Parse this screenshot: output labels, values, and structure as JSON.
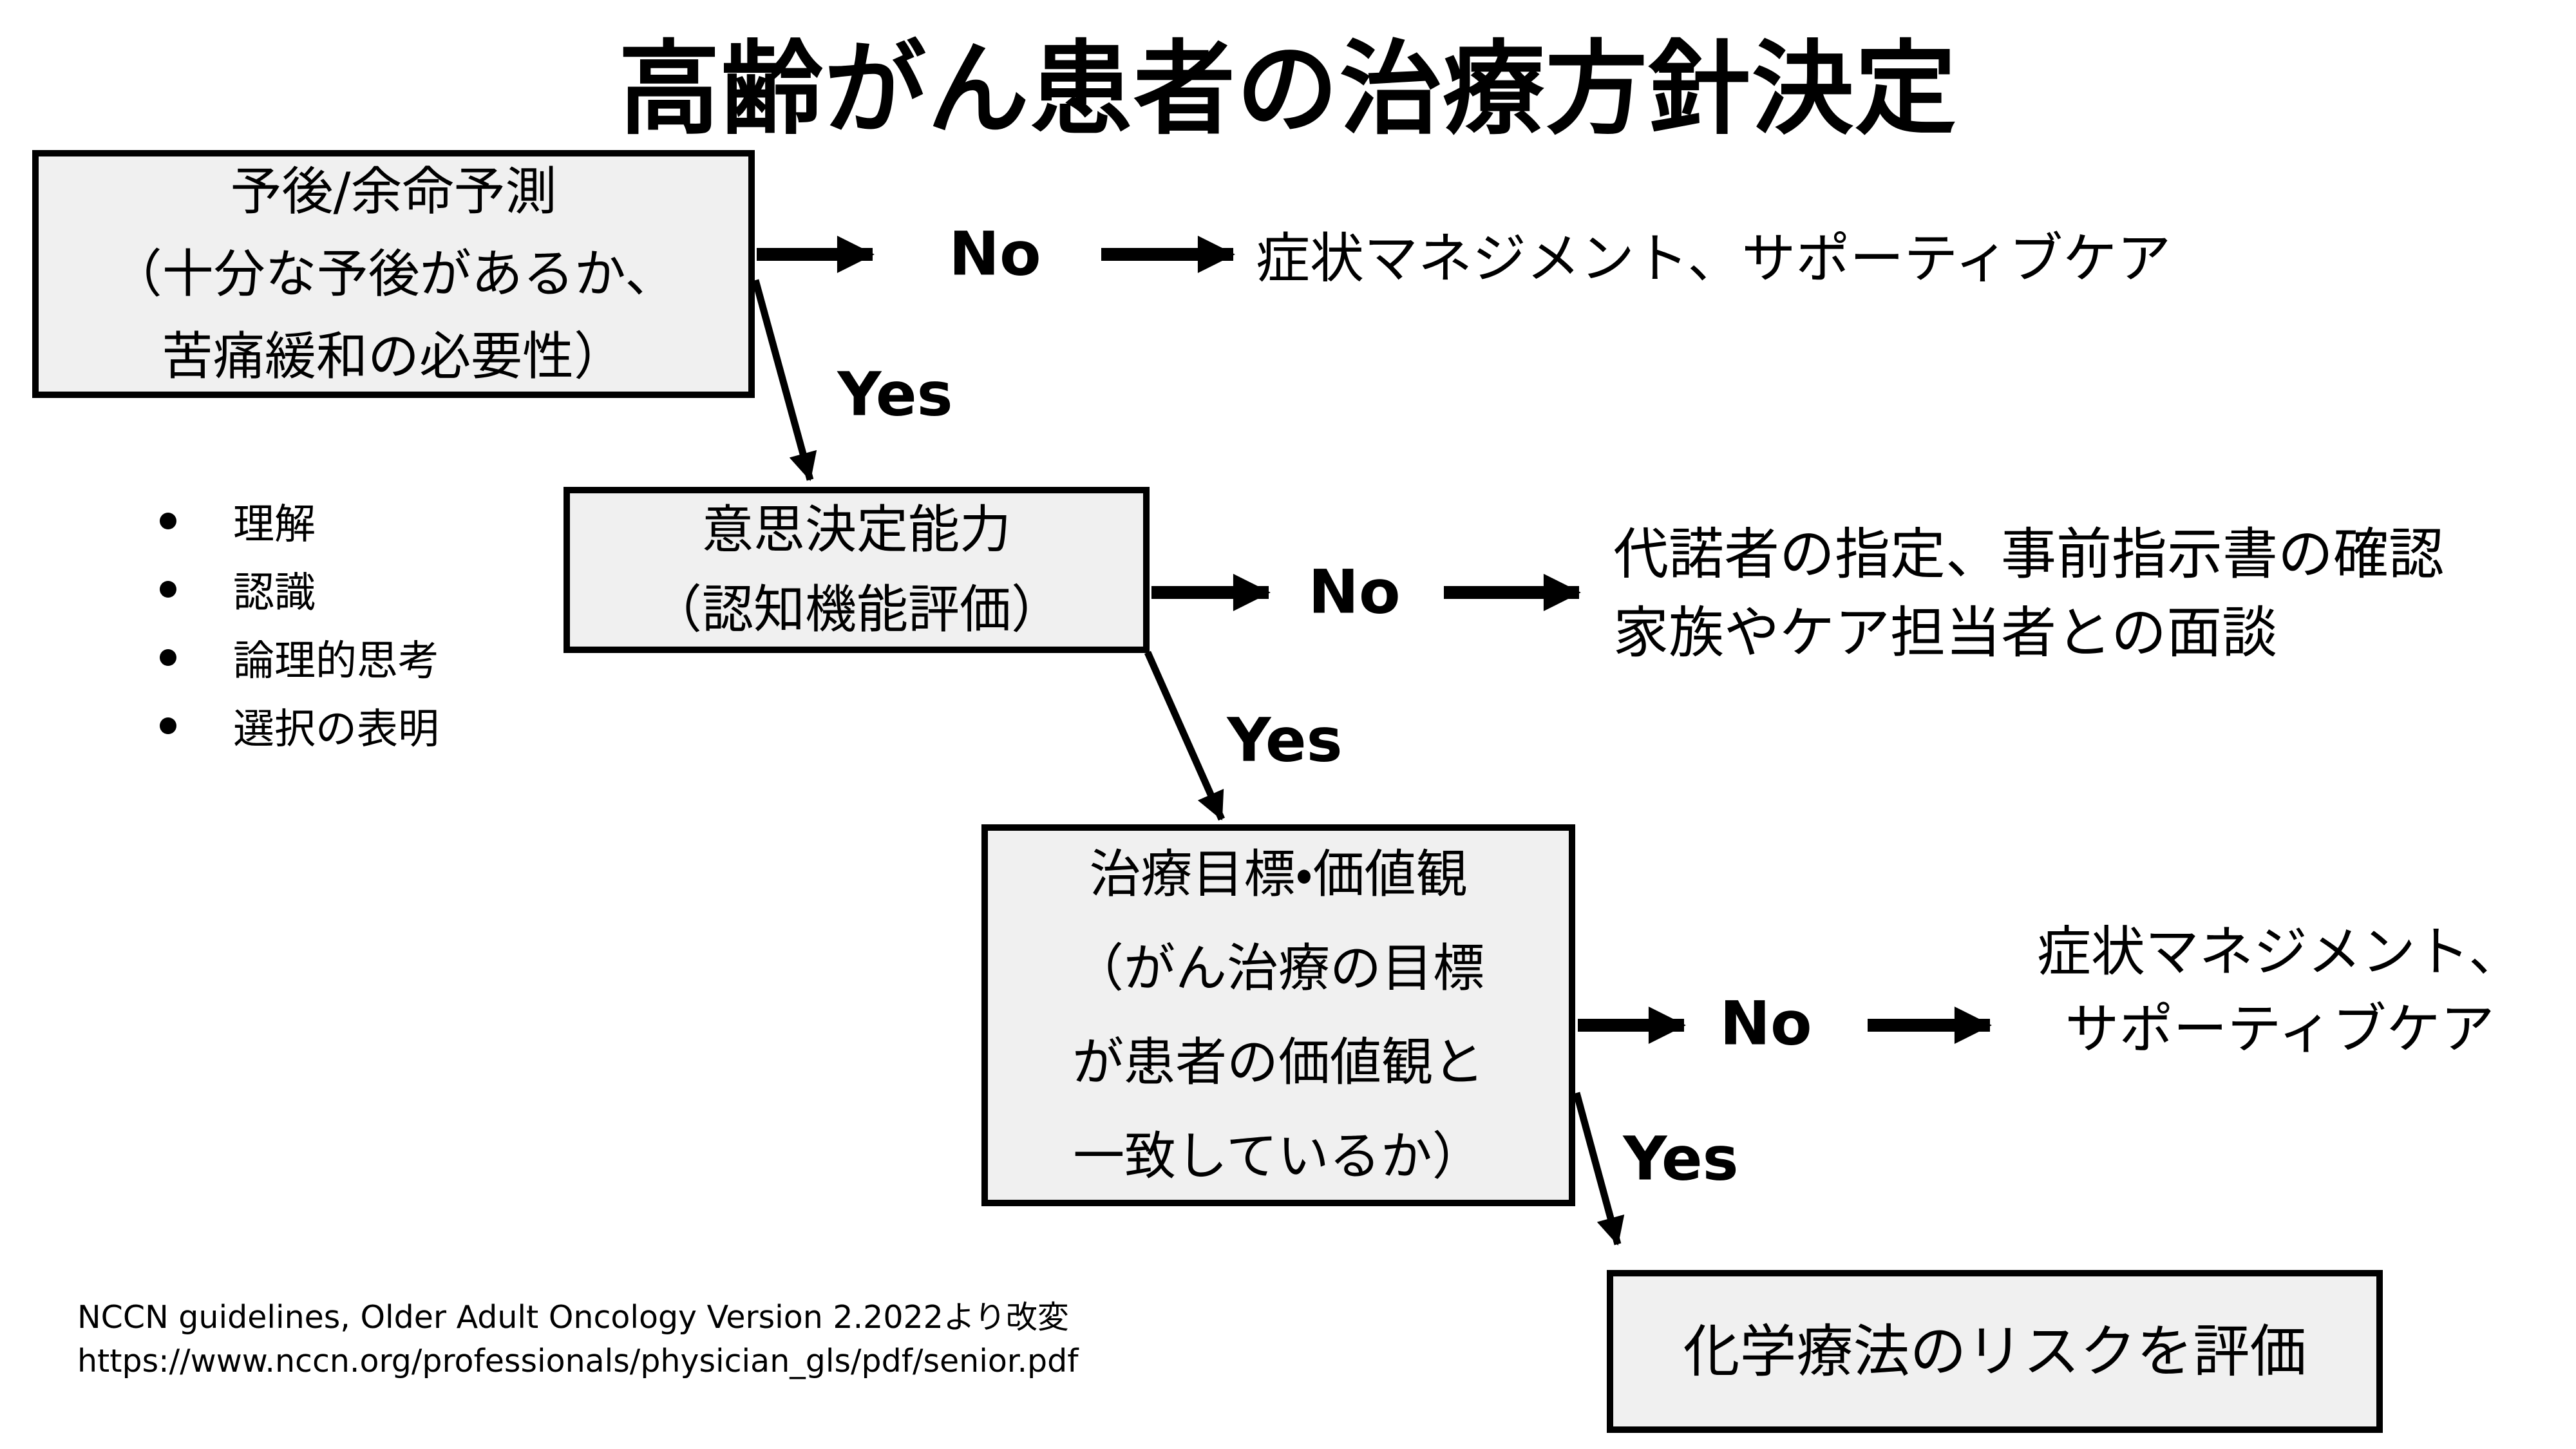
{
  "title": "高齢がん患者の治療方針決定",
  "branch_labels": {
    "no": "No",
    "yes": "Yes"
  },
  "boxes": {
    "prognosis": {
      "lines": [
        "予後/余命予測",
        "（十分な予後があるか、",
        "苦痛緩和の必要性）"
      ]
    },
    "capacity": {
      "lines": [
        "意思決定能力",
        "（認知機能評価）"
      ]
    },
    "goals": {
      "lines": [
        "治療目標・価値観",
        "（がん治療の目標",
        "が患者の価値観と",
        "一致しているか）"
      ]
    },
    "chemo_risk": {
      "lines": [
        "化学療法のリスクを評価"
      ]
    }
  },
  "capacity_criteria": {
    "items": [
      "理解",
      "認識",
      "論理的思考",
      "選択の表明"
    ]
  },
  "outcomes": {
    "symptom_care_top": {
      "lines": [
        "症状マネジメント、サポーティブケア"
      ]
    },
    "surrogate": {
      "lines": [
        "代諾者の指定、事前指示書の確認",
        "家族やケア担当者との面談"
      ]
    },
    "symptom_care_bottom": {
      "lines": [
        "症状マネジメント、",
        "サポーティブケア"
      ]
    }
  },
  "citation": {
    "lines": [
      "NCCN guidelines, Older Adult Oncology Version 2.2022より改変",
      "https://www.nccn.org/professionals/physician_gls/pdf/senior.pdf"
    ]
  },
  "colors": {
    "background": "#ffffff",
    "box_fill": "#f0f0f0",
    "box_border": "#000000",
    "arrow": "#000000",
    "text": "#000000"
  }
}
